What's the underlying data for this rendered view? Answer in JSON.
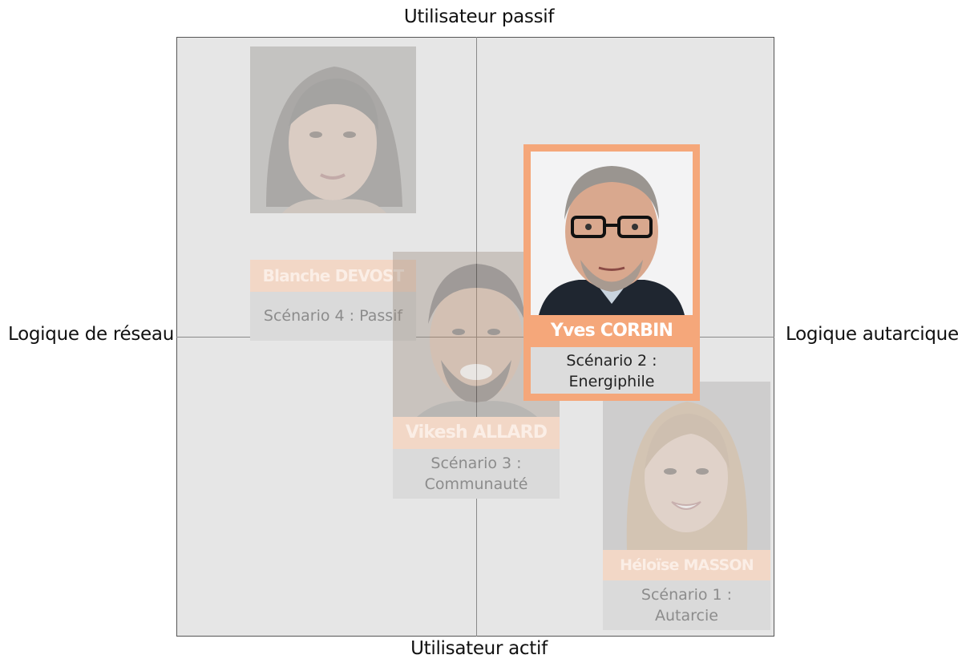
{
  "axes": {
    "top": "Utilisateur passif",
    "bottom": "Utilisateur actif",
    "left": "Logique de réseau",
    "right": "Logique autarcique"
  },
  "highlight_color": "#f5a77a",
  "personas": [
    {
      "name": "Blanche DEVOST",
      "scenario": "Scénario 4 : Passif",
      "highlighted": false,
      "photo": "woman-portrait-icon"
    },
    {
      "name": "Yves CORBIN",
      "scenario_line1": "Scénario 2 :",
      "scenario_line2": "Energiphile",
      "highlighted": true,
      "photo": "man-glasses-portrait-icon"
    },
    {
      "name": "Vikesh ALLARD",
      "scenario_line1": "Scénario 3 :",
      "scenario_line2": "Communauté",
      "highlighted": false,
      "photo": "man-portrait-icon"
    },
    {
      "name": "Héloïse MASSON",
      "scenario_line1": "Scénario 1 :",
      "scenario_line2": "Autarcie",
      "highlighted": false,
      "photo": "young-woman-portrait-icon"
    }
  ]
}
